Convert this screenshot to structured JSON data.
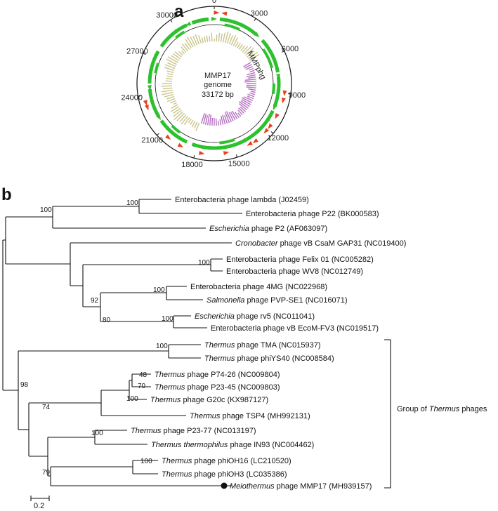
{
  "panel_a": {
    "label": "a",
    "ticks": [
      "0",
      "3000",
      "6000",
      "9000",
      "12000",
      "15000",
      "18000",
      "21000",
      "24000",
      "27000",
      "30000"
    ],
    "center_lines": [
      "MMP17",
      "genome",
      "33172 bp"
    ],
    "arc_label": "MMPphg",
    "colors": {
      "orf_green": "#2ec12e",
      "orf_red": "#e8401c",
      "gc_khaki": "#c9c48a",
      "gc_purple": "#b470c0"
    }
  },
  "panel_b": {
    "label": "b",
    "scale_label": "0.2",
    "group_label_prefix": "Group of ",
    "group_label_italic": "Thermus",
    "group_label_suffix": " phages",
    "taxa": [
      {
        "italic": "",
        "rest": "Enterobacteria phage lambda (J02459)"
      },
      {
        "italic": "",
        "rest": "Enterobacteria phage P22 (BK000583)"
      },
      {
        "italic": "Escherichia",
        "rest": " phage P2 (AF063097)"
      },
      {
        "italic": "Cronobacter",
        "rest": " phage vB CsaM GAP31 (NC019400)"
      },
      {
        "italic": "",
        "rest": "Enterobacteria phage Felix 01 (NC005282)"
      },
      {
        "italic": "",
        "rest": "Enterobacteria phage WV8 (NC012749)"
      },
      {
        "italic": "",
        "rest": "Enterobacteria phage 4MG (NC022968)"
      },
      {
        "italic": "Salmonella",
        "rest": " phage PVP-SE1 (NC016071)"
      },
      {
        "italic": "Escherichia",
        "rest": " phage rv5 (NC011041)"
      },
      {
        "italic": "",
        "rest": "Enterobacteria phage vB EcoM-FV3 (NC019517)"
      },
      {
        "italic": "Thermus",
        "rest": " phage TMA (NC015937)"
      },
      {
        "italic": "Thermus",
        "rest": " phage phiYS40 (NC008584)"
      },
      {
        "italic": "Thermus",
        "rest": " phage P74-26 (NC009804)"
      },
      {
        "italic": "Thermus",
        "rest": " phage P23-45 (NC009803)"
      },
      {
        "italic": "Thermus",
        "rest": " phage G20c (KX987127)"
      },
      {
        "italic": "Thermus",
        "rest": " phage TSP4 (MH992131)"
      },
      {
        "italic": "Thermus",
        "rest": " phage P23-77 (NC013197)"
      },
      {
        "italic": "Thermus thermophilus",
        "rest": " phage IN93 (NC004462)"
      },
      {
        "italic": "Thermus",
        "rest": " phage phiOH16 (LC210520)"
      },
      {
        "italic": "Thermus",
        "rest": " phage phiOH3 (LC035386)"
      },
      {
        "italic": "Meiothermus",
        "rest": " phage MMP17 (MH939157)"
      }
    ],
    "bootstrap": [
      "100",
      "100",
      "100",
      "92",
      "80",
      "100",
      "100",
      "100",
      "48",
      "70",
      "100",
      "98",
      "74",
      "100",
      "100",
      "79"
    ]
  }
}
